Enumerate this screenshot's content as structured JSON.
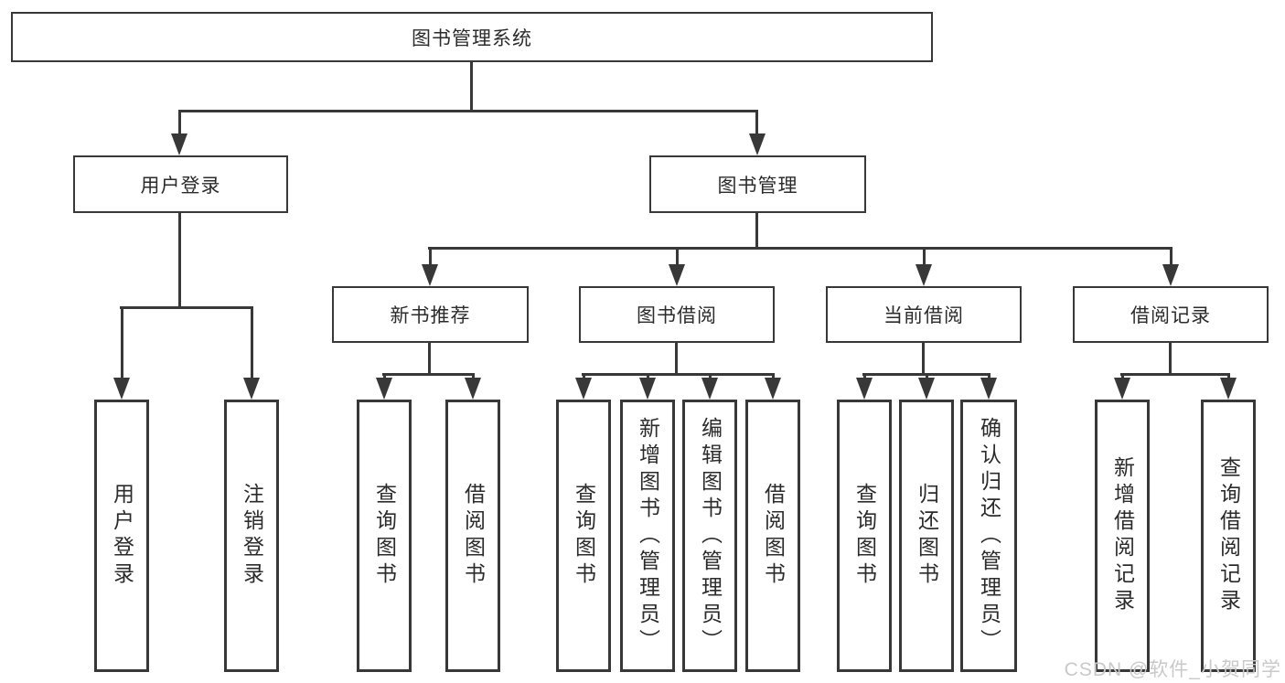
{
  "tree": {
    "root": {
      "label": "图书管理系统",
      "children": [
        {
          "label": "用户登录",
          "children": [
            {
              "label": "用户登录"
            },
            {
              "label": "注销登录"
            }
          ]
        },
        {
          "label": "图书管理",
          "children": [
            {
              "label": "新书推荐",
              "children": [
                {
                  "label": "查询图书"
                },
                {
                  "label": "借阅图书"
                }
              ]
            },
            {
              "label": "图书借阅",
              "children": [
                {
                  "label": "查询图书"
                },
                {
                  "label": "新增图书（管理员）"
                },
                {
                  "label": "编辑图书（管理员）"
                },
                {
                  "label": "借阅图书"
                }
              ]
            },
            {
              "label": "当前借阅",
              "children": [
                {
                  "label": "查询图书"
                },
                {
                  "label": "归还图书"
                },
                {
                  "label": "确认归还（管理员）"
                }
              ]
            },
            {
              "label": "借阅记录",
              "children": [
                {
                  "label": "新增借阅记录"
                },
                {
                  "label": "查询借阅记录"
                }
              ]
            }
          ]
        }
      ]
    }
  },
  "watermark": {
    "text": "CSDN @软件_小贺同学"
  },
  "colors": {
    "line": "#383838",
    "text": "#2b2b2b",
    "watermark": "#c9c9c9"
  }
}
